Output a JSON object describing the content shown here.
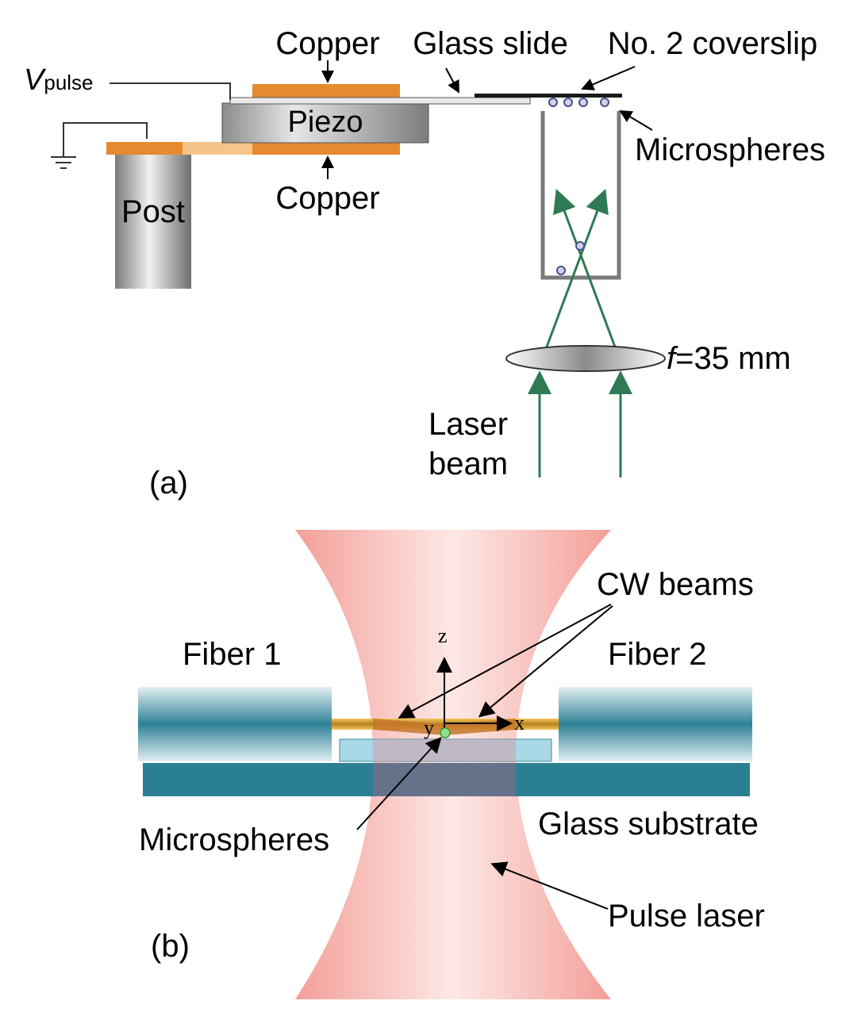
{
  "panel_a": {
    "label": "(a)",
    "v_main": "V",
    "v_sub": "pulse",
    "copper_top": "Copper",
    "copper_bottom": "Copper",
    "glass_slide": "Glass slide",
    "coverslip": "No. 2 coverslip",
    "piezo": "Piezo",
    "post": "Post",
    "microspheres": "Microspheres",
    "lens_f": "f",
    "lens_value": "=35 mm",
    "laser_line1": "Laser",
    "laser_line2": "beam"
  },
  "panel_b": {
    "label": "(b)",
    "cw_beams": "CW beams",
    "fiber1": "Fiber 1",
    "fiber2": "Fiber 2",
    "axis_z": "z",
    "axis_x": "x",
    "axis_y": "y",
    "microspheres": "Microspheres",
    "glass_substrate": "Glass substrate",
    "pulse_laser": "Pulse laser"
  },
  "colors": {
    "copper": "#e58a2e",
    "beam_green": "#2f7a55",
    "pulse_pink": "#f4a6a0",
    "substrate_teal": "#2b7f93",
    "cw_gold": "#d9a43a"
  }
}
